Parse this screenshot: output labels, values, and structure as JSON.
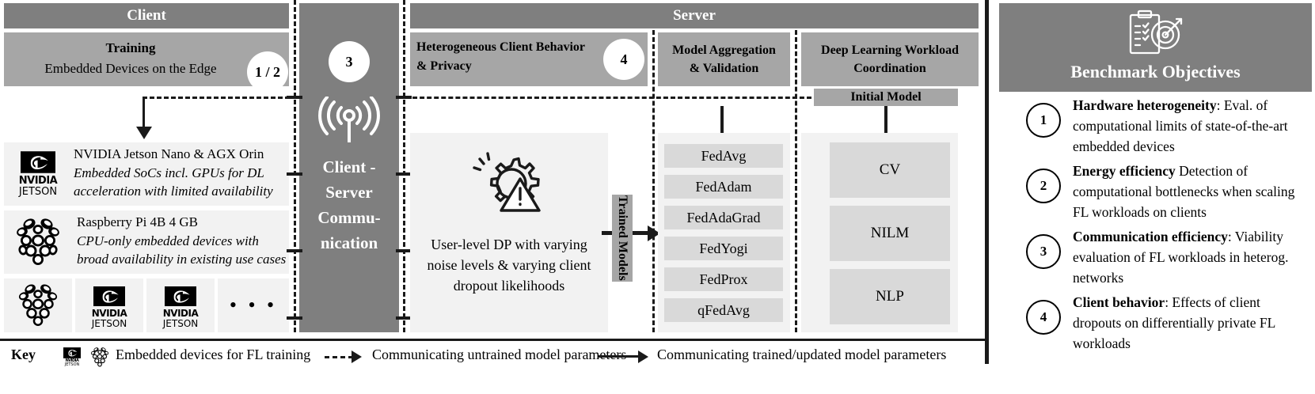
{
  "figure": {
    "client": {
      "header": "Client",
      "subheader_title": "Training",
      "subheader_sub": "Embedded Devices on the Edge",
      "badge": "1 / 2",
      "devices": [
        {
          "icon": "nvidia-jetson-logo",
          "title": "NVIDIA Jetson Nano & AGX Orin",
          "desc_line1": "Embedded SoCs incl. GPUs for DL",
          "desc_line2": "acceleration with limited availability"
        },
        {
          "icon": "raspberry-pi-logo",
          "title": "Raspberry Pi 4B 4 GB",
          "desc_line1": "CPU-only embedded devices with",
          "desc_line2": "broad availability in existing use cases"
        }
      ],
      "device_row": [
        {
          "icon": "raspberry-pi-logo",
          "label": ""
        },
        {
          "icon": "nvidia-jetson-logo",
          "label": "NVIDIA JETSON"
        },
        {
          "icon": "nvidia-jetson-logo",
          "label": "NVIDIA JETSON"
        },
        {
          "icon": "ellipsis",
          "label": "• • •"
        }
      ]
    },
    "comm": {
      "badge": "3",
      "icon": "wireless-signal-icon",
      "lines": [
        "Client -",
        "Server",
        "Commu-",
        "nication"
      ]
    },
    "server": {
      "header": "Server",
      "columns": [
        {
          "title_line1": "Heterogeneous Client Behavior",
          "title_line2": "& Privacy",
          "badge": "4"
        },
        {
          "title_line1": "Model Aggregation",
          "title_line2": "& Validation",
          "badge": ""
        },
        {
          "title_line1": "Deep Learning Workload",
          "title_line2": "Coordination",
          "badge": ""
        }
      ],
      "privacy": {
        "icon": "gear-warning-icon",
        "text_line1": "User-level DP with varying",
        "text_line2": "noise levels & varying client",
        "text_line3": "dropout likelihoods"
      },
      "trained_models_label": "Trained Models",
      "aggregation_algorithms": [
        "FedAvg",
        "FedAdam",
        "FedAdaGrad",
        "FedYogi",
        "FedProx",
        "qFedAvg"
      ],
      "initial_model_label": "Initial Model",
      "workloads": [
        "CV",
        "NILM",
        "NLP"
      ]
    },
    "objectives": {
      "icon": "clipboard-target-icon",
      "title": "Benchmark Objectives",
      "items": [
        {
          "num": "1",
          "bold": "Hardware heterogeneity",
          "rest": ": Eval. of computational limits of state-of-the-art embedded devices"
        },
        {
          "num": "2",
          "bold": "Energy efficiency",
          "rest": " Detection of computational bottlenecks when scaling FL workloads on clients"
        },
        {
          "num": "3",
          "bold": "Communication efficiency",
          "rest": ": Viability evaluation of FL workloads in heterog. networks"
        },
        {
          "num": "4",
          "bold": "Client behavior",
          "rest": ": Effects of client dropouts on differentially private FL workloads"
        }
      ]
    },
    "key": {
      "label": "Key",
      "entries": [
        {
          "icon": "device-logos",
          "text": "Embedded devices for FL training"
        },
        {
          "icon": "dashed-arrow",
          "text": "Communicating untrained model parameters"
        },
        {
          "icon": "solid-arrow",
          "text": "Communicating trained/updated model parameters"
        }
      ]
    },
    "colors": {
      "dark_gray": "#7f7f7f",
      "mid_gray": "#a6a6a6",
      "light_gray": "#f2f2f2",
      "chip_gray": "#d9d9d9",
      "line": "#1a1a1a"
    }
  }
}
